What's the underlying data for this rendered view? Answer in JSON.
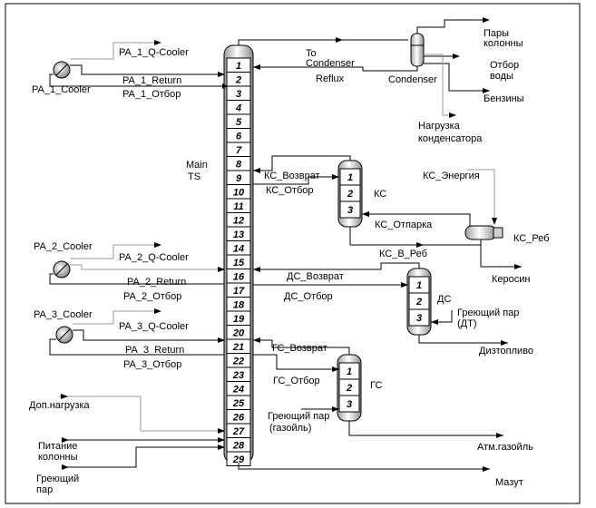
{
  "main_column": {
    "label_line1": "Main",
    "label_line2": "TS",
    "trays": [
      "1",
      "2",
      "3",
      "4",
      "5",
      "6",
      "7",
      "8",
      "9",
      "10",
      "11",
      "12",
      "13",
      "14",
      "15",
      "16",
      "17",
      "18",
      "19",
      "20",
      "21",
      "22",
      "23",
      "24",
      "25",
      "26",
      "27",
      "28",
      "29"
    ]
  },
  "condenser": {
    "label": "Condenser",
    "to_condenser_line1": "To",
    "to_condenser_line2": "Condenser",
    "reflux": "Reflux",
    "outputs": {
      "vapors_line1": "Пары",
      "vapors_line2": "колонны",
      "water_line1": "Отбор",
      "water_line2": "воды",
      "gasoline": "Бензины"
    },
    "duty_line1": "Нагрузка",
    "duty_line2": "конденсатора"
  },
  "pump_arounds": [
    {
      "cooler": "PA_1_Cooler",
      "q_cooler": "PA_1_Q-Cooler",
      "return": "PA_1_Return",
      "draw": "PA_1_Отбор"
    },
    {
      "cooler": "PA_2_Cooler",
      "q_cooler": "PA_2_Q-Cooler",
      "return": "PA_2_Return",
      "draw": "PA_2_Отбор"
    },
    {
      "cooler": "PA_3_Cooler",
      "q_cooler": "PA_3_Q-Cooler",
      "return": "PA_3_Return",
      "draw": "PA_3_Отбор"
    }
  ],
  "ks": {
    "label": "КС",
    "trays": [
      "1",
      "2",
      "3"
    ],
    "return": "КС_Возврат",
    "draw": "КС_Отбор",
    "energy": "КС_Энергия",
    "stripping": "КС_Отпарка",
    "to_reboiler": "КС_В_Реб",
    "reboiler": "КС_Реб",
    "product": "Керосин"
  },
  "ds": {
    "label": "ДС",
    "trays": [
      "1",
      "2",
      "3"
    ],
    "return": "ДС_Возврат",
    "draw": "ДС_Отбор",
    "steam_line1": "Греющий пар",
    "steam_line2": "(ДТ)",
    "product": "Дизтопливо"
  },
  "gs": {
    "label": "ГС",
    "trays": [
      "1",
      "2",
      "3"
    ],
    "return": "ГС_Возврат",
    "draw": "ГС_Отбор",
    "steam_line1": "Греющий пар",
    "steam_line2": "(газойль)",
    "product": "Атм.газойль"
  },
  "feeds": {
    "extra_load": "Доп.нагрузка",
    "feed_line1": "Питание",
    "feed_line2": "колонны",
    "steam_line1": "Греющий",
    "steam_line2": "пар"
  },
  "bottoms": "Мазут"
}
